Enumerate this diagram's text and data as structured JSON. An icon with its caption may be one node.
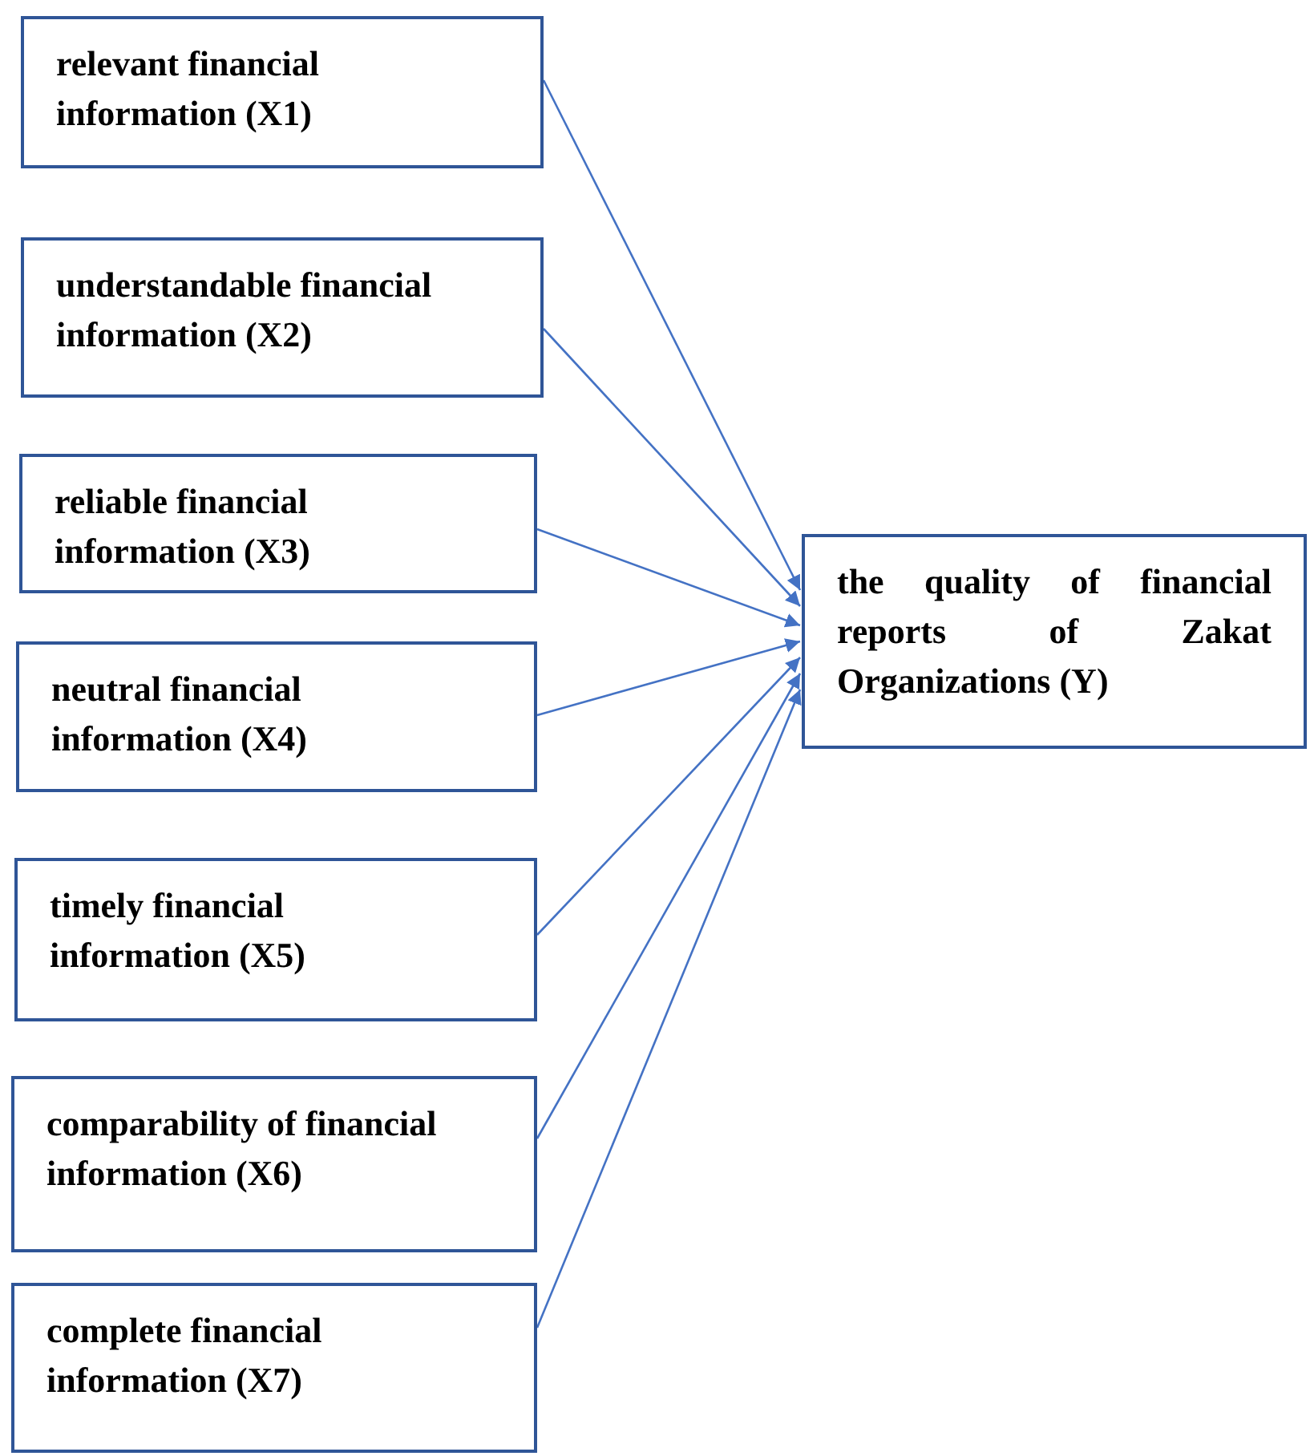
{
  "diagram": {
    "nodes": [
      {
        "text": [
          "relevant financial information (X1)"
        ]
      },
      {
        "text": [
          "understandable financial information (X2)"
        ]
      },
      {
        "text": [
          "reliable financial information (X3)"
        ]
      },
      {
        "text": [
          "neutral financial information (X4)"
        ]
      },
      {
        "text": [
          "timely financial information (X5)"
        ]
      },
      {
        "text": [
          "comparability of financial information (X6)"
        ]
      },
      {
        "text": [
          "complete financial information (X7)"
        ]
      },
      {
        "text": [
          "the quality of financial reports of Zakat Organizations (Y)"
        ]
      }
    ],
    "edges": [
      {
        "from": 0,
        "to": 7,
        "arrow": "to"
      },
      {
        "from": 1,
        "to": 7,
        "arrow": "to"
      },
      {
        "from": 2,
        "to": 7,
        "arrow": "to"
      },
      {
        "from": 3,
        "to": 7,
        "arrow": "to"
      },
      {
        "from": 4,
        "to": 7,
        "arrow": "to"
      },
      {
        "from": 5,
        "to": 7,
        "arrow": "to"
      },
      {
        "from": 6,
        "to": 7,
        "arrow": "to"
      }
    ]
  }
}
